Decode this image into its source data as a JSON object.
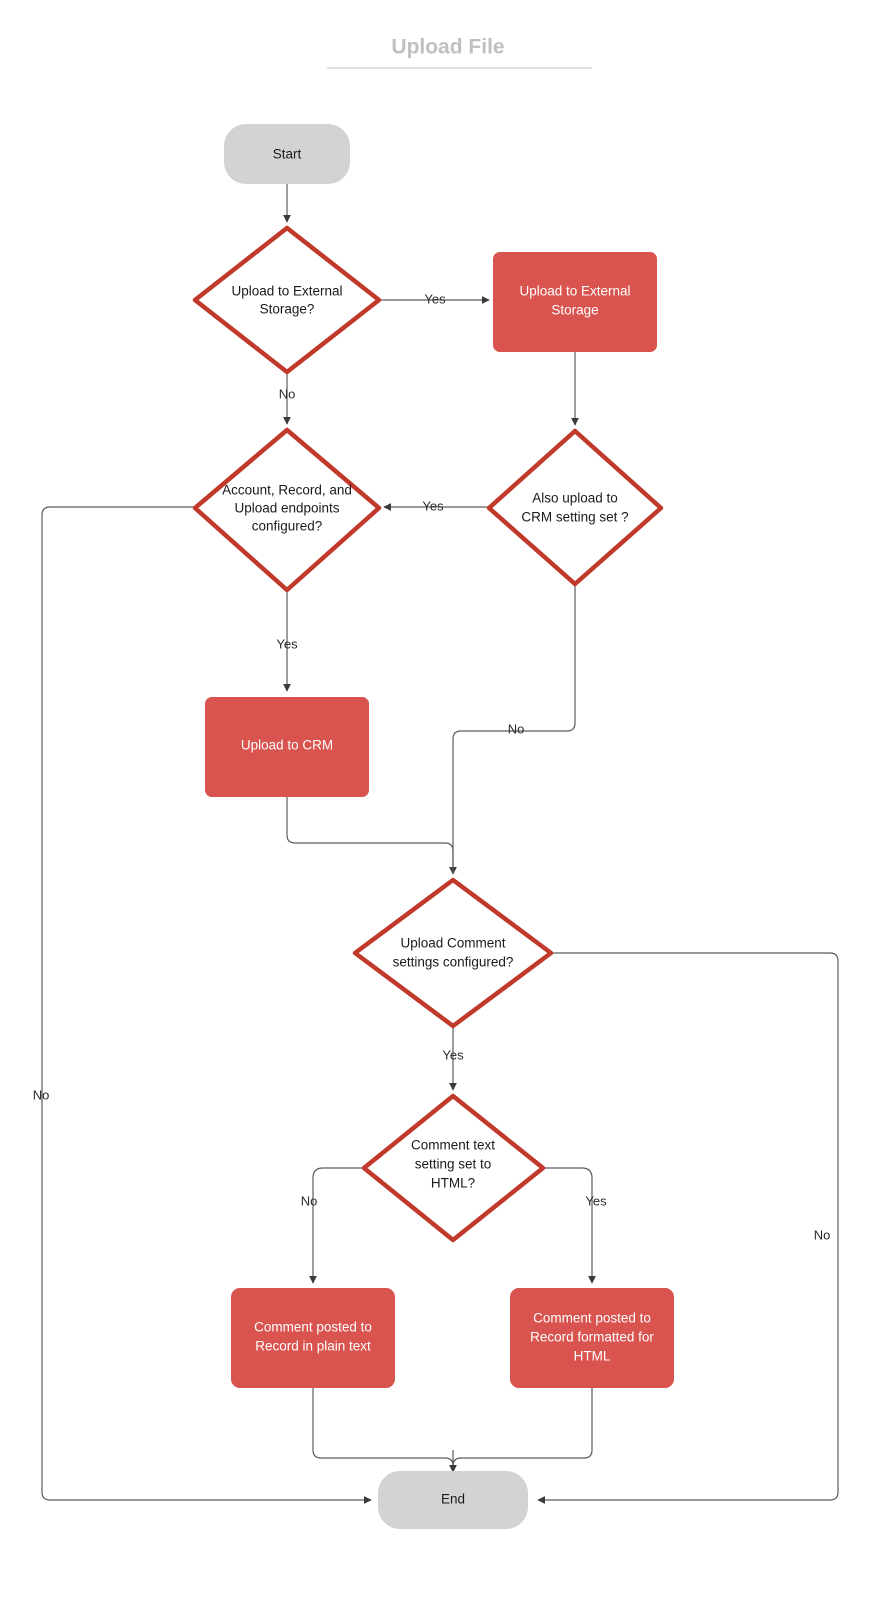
{
  "title": {
    "text": "Upload File"
  },
  "colors": {
    "process_fill": "#d9534f",
    "decision_stroke": "#c0392b",
    "terminator_fill": "#d3d3d4",
    "edge_stroke": "#5c5c5c",
    "title_text": "#bfc0c2",
    "node_text": "#1a1a1a",
    "process_text": "#ffffff"
  },
  "nodes": {
    "start": {
      "label": "Start",
      "type": "terminator"
    },
    "d_external": {
      "line1": "Upload to External",
      "line2": "Storage?",
      "type": "decision"
    },
    "p_external": {
      "line1": "Upload to External",
      "line2": "Storage",
      "type": "process"
    },
    "d_endpoints": {
      "line1": "Account, Record, and",
      "line2": "Upload endpoints",
      "line3": "configured?",
      "type": "decision"
    },
    "d_also_crm": {
      "line1": "Also upload to",
      "line2": "CRM setting set ?",
      "type": "decision"
    },
    "p_crm": {
      "line1": "Upload to CRM",
      "type": "process"
    },
    "d_comment_settings": {
      "line1": "Upload Comment",
      "line2": "settings configured?",
      "type": "decision"
    },
    "d_comment_html": {
      "line1": "Comment text",
      "line2": "setting set to",
      "line3": "HTML?",
      "type": "decision"
    },
    "p_plain": {
      "line1": "Comment posted to",
      "line2": "Record in plain text",
      "type": "process"
    },
    "p_html": {
      "line1": "Comment posted to",
      "line2": "Record formatted for",
      "line3": "HTML",
      "type": "process"
    },
    "end": {
      "label": "End",
      "type": "terminator"
    }
  },
  "edge_labels": {
    "external_yes": "Yes",
    "external_no": "No",
    "also_crm_yes": "Yes",
    "also_crm_no": "No",
    "endpoints_yes": "Yes",
    "endpoints_no": "No",
    "comment_settings_yes": "Yes",
    "comment_settings_no": "No",
    "comment_html_no": "No",
    "comment_html_yes": "Yes"
  }
}
